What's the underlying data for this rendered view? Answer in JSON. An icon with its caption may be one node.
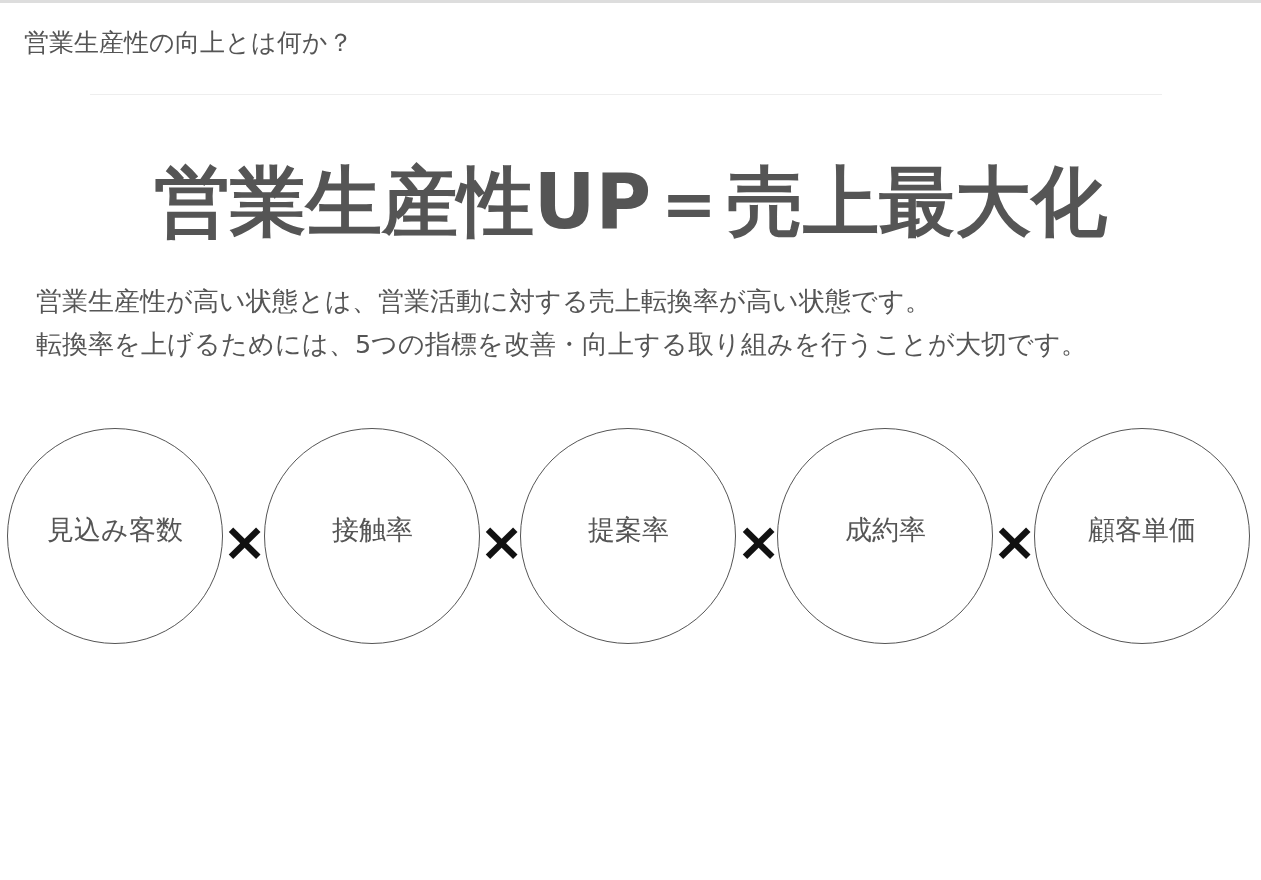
{
  "diagram": {
    "title": "営業生産性の向上とは何か？",
    "nodes": [
      {
        "text": [
          "見込み客数"
        ]
      },
      {
        "text": [
          "接触率"
        ]
      },
      {
        "text": [
          "提案率"
        ]
      },
      {
        "text": [
          "成約率"
        ]
      },
      {
        "text": [
          "顧客単価"
        ]
      }
    ],
    "edges": [],
    "labels": [
      "営業生産性UP＝売上最大化",
      "営業生産性が高い状態とは、営業活動に対する売上転換率が高い状態です。",
      "転換率を上げるためには、5つの指標を改善・向上する取り組みを行うことが大切です。",
      "×",
      "×",
      "×",
      "×"
    ]
  }
}
